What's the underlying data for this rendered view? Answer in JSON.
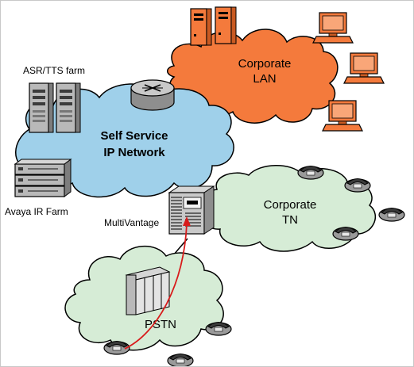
{
  "clouds": {
    "corporate_lan": {
      "line1": "Corporate",
      "line2": "LAN",
      "color": "#f47a3c"
    },
    "self_service": {
      "line1": "Self Service",
      "line2": "IP Network",
      "color": "#9fd0ea"
    },
    "corporate_tn": {
      "line1": "Corporate",
      "line2": "TN",
      "color": "#d6ecd6"
    },
    "pstn": {
      "label": "PSTN",
      "color": "#d6ecd6"
    }
  },
  "labels": {
    "asr_tts_farm": "ASR/TTS farm",
    "avaya_ir_farm": "Avaya IR Farm",
    "multivantage": "MultiVantage"
  },
  "colors": {
    "call_path": "#d81b1b",
    "device_orange": "#f47a3c",
    "server_gray": "#b9b9b9"
  },
  "icons": {
    "router": "router-icon",
    "server": "server-icon",
    "pbx": "pbx-icon",
    "phone": "telephone-icon",
    "desktop": "desktop-computer-icon"
  }
}
